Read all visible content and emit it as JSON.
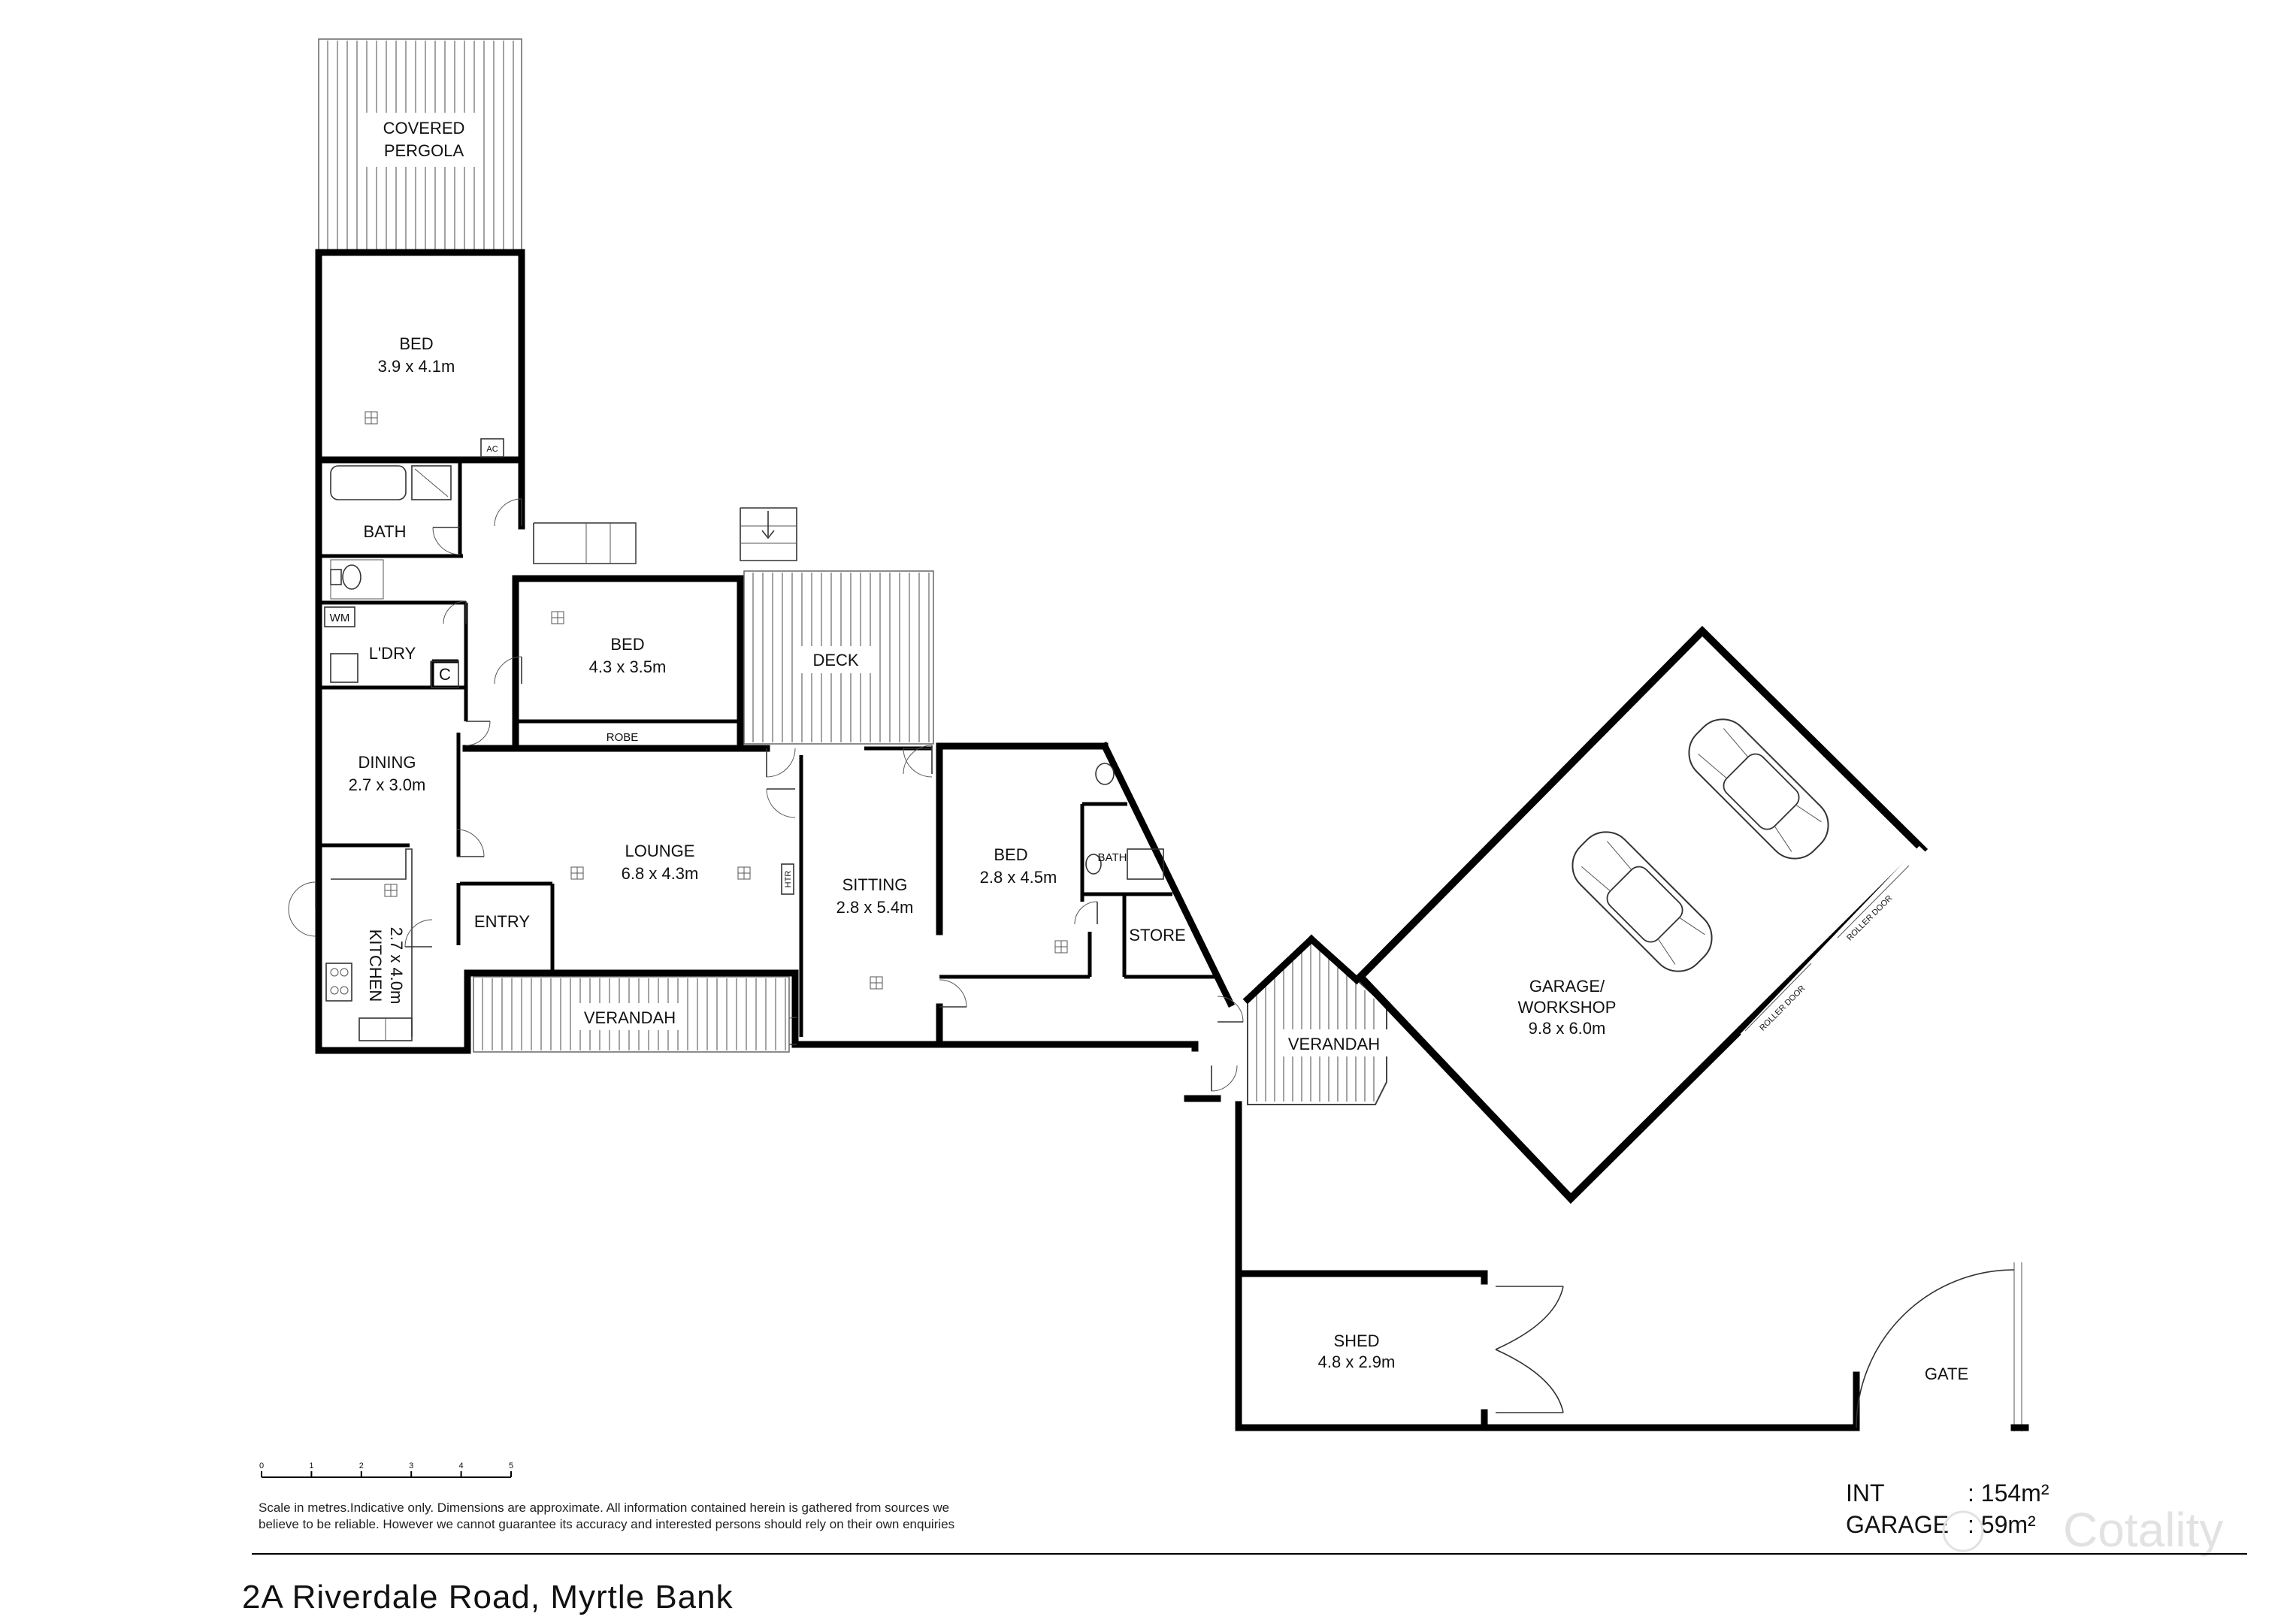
{
  "rooms": {
    "pergola": {
      "line1": "COVERED",
      "line2": "PERGOLA"
    },
    "bed_top": {
      "name": "BED",
      "dims": "3.9 x 4.1m"
    },
    "ac": "AC",
    "bath": "BATH",
    "wm": "WM",
    "laundry": "L'DRY",
    "cupboard": "C",
    "bed_mid": {
      "name": "BED",
      "dims": "4.3 x 3.5m"
    },
    "robe": "ROBE",
    "deck": "DECK",
    "dining": {
      "name": "DINING",
      "dims": "2.7 x 3.0m"
    },
    "lounge": {
      "name": "LOUNGE",
      "dims": "6.8 x 4.3m"
    },
    "htr": "HTR",
    "entry": "ENTRY",
    "kitchen": {
      "name": "KITCHEN",
      "dims": "2.7 x 4.0m"
    },
    "verandah_front": "VERANDAH",
    "sitting": {
      "name": "SITTING",
      "dims": "2.8 x 5.4m"
    },
    "bed_right": {
      "name": "BED",
      "dims": "2.8 x 4.5m"
    },
    "ensuite": "BATH",
    "store": "STORE",
    "verandah_side": "VERANDAH",
    "garage": {
      "line1": "GARAGE/",
      "line2": "WORKSHOP",
      "dims": "9.8 x 6.0m"
    },
    "roller_door_1": "ROLLER DOOR",
    "roller_door_2": "ROLLER DOOR",
    "shed": {
      "name": "SHED",
      "dims": "4.8 x 2.9m"
    },
    "gate": "GATE"
  },
  "scale": {
    "ticks": [
      "0",
      "1",
      "2",
      "3",
      "4",
      "5"
    ],
    "note_line1": "Scale in metres.Indicative only. Dimensions are approximate. All information contained herein is gathered from sources we",
    "note_line2": "believe to be reliable. However we cannot guarantee its accuracy and interested persons should rely on their own enquiries"
  },
  "areas": {
    "int_label": "INT",
    "int_value": ": 154m²",
    "garage_label": "GARAGE",
    "garage_value": ": 59m²"
  },
  "address": "2A Riverdale Road, Myrtle Bank",
  "watermark": "Cotality"
}
